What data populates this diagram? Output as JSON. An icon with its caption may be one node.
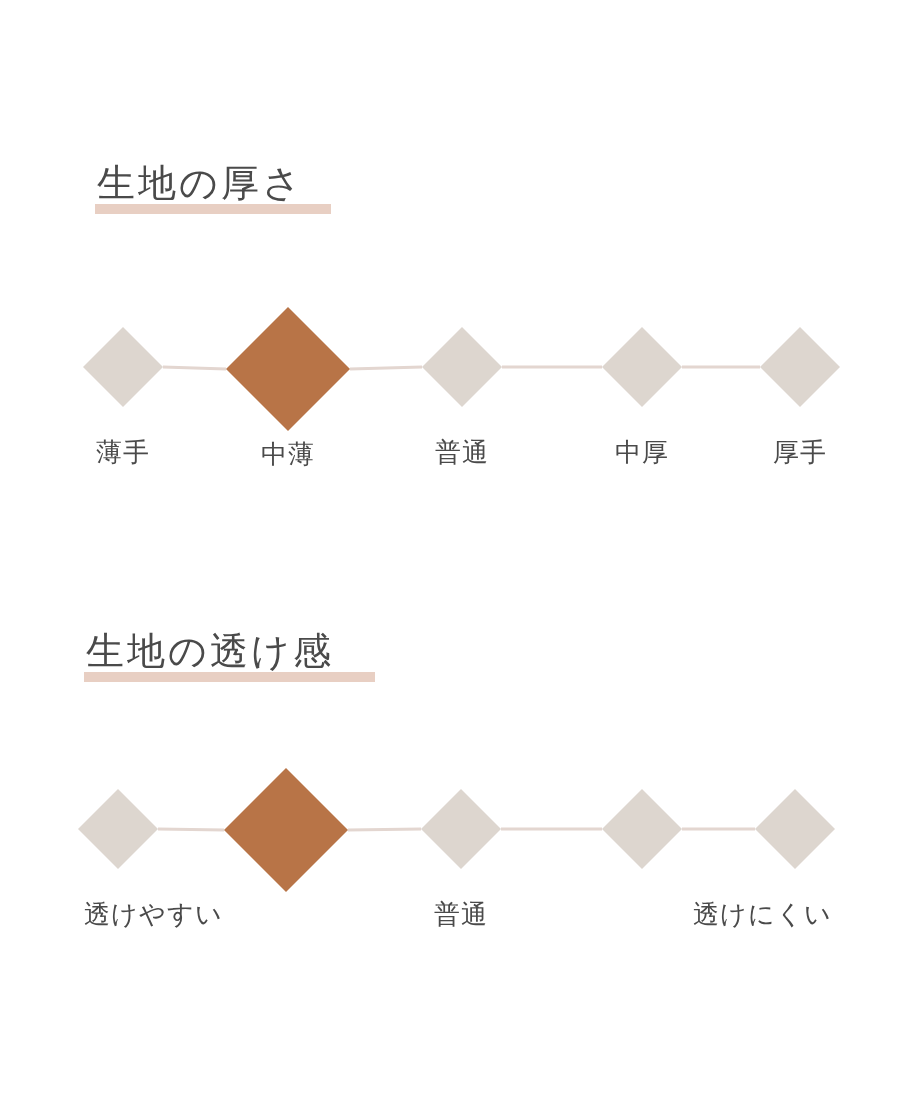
{
  "diagram": {
    "nodes": [
      {
        "text": [],
        "shape": "diamond",
        "beside": [
          "薄手"
        ]
      },
      {
        "text": [],
        "shape": "diamond",
        "beside": [
          "中薄"
        ]
      },
      {
        "text": [],
        "shape": "diamond",
        "beside": [
          "普通"
        ]
      },
      {
        "text": [],
        "shape": "diamond",
        "beside": [
          "中厚"
        ]
      },
      {
        "text": [],
        "shape": "diamond",
        "beside": [
          "厚手"
        ]
      },
      {
        "text": [],
        "shape": "diamond"
      },
      {
        "text": [],
        "shape": "diamond"
      },
      {
        "text": [],
        "shape": "diamond",
        "beside": [
          "普通"
        ]
      },
      {
        "text": [],
        "shape": "diamond"
      },
      {
        "text": [],
        "shape": "diamond"
      }
    ],
    "edges": [
      {
        "from": 0,
        "to": 1,
        "arrow": "none"
      },
      {
        "from": 1,
        "to": 2,
        "arrow": "none"
      },
      {
        "from": 2,
        "to": 3,
        "arrow": "none"
      },
      {
        "from": 3,
        "to": 4,
        "arrow": "none"
      },
      {
        "from": 5,
        "to": 6,
        "arrow": "none"
      },
      {
        "from": 6,
        "to": 7,
        "arrow": "none"
      },
      {
        "from": 7,
        "to": 8,
        "arrow": "none"
      },
      {
        "from": 8,
        "to": 9,
        "arrow": "none"
      }
    ],
    "labels": [
      "生地の厚さ",
      "生地の透け感",
      "透けやすい",
      "透けにくい"
    ]
  }
}
